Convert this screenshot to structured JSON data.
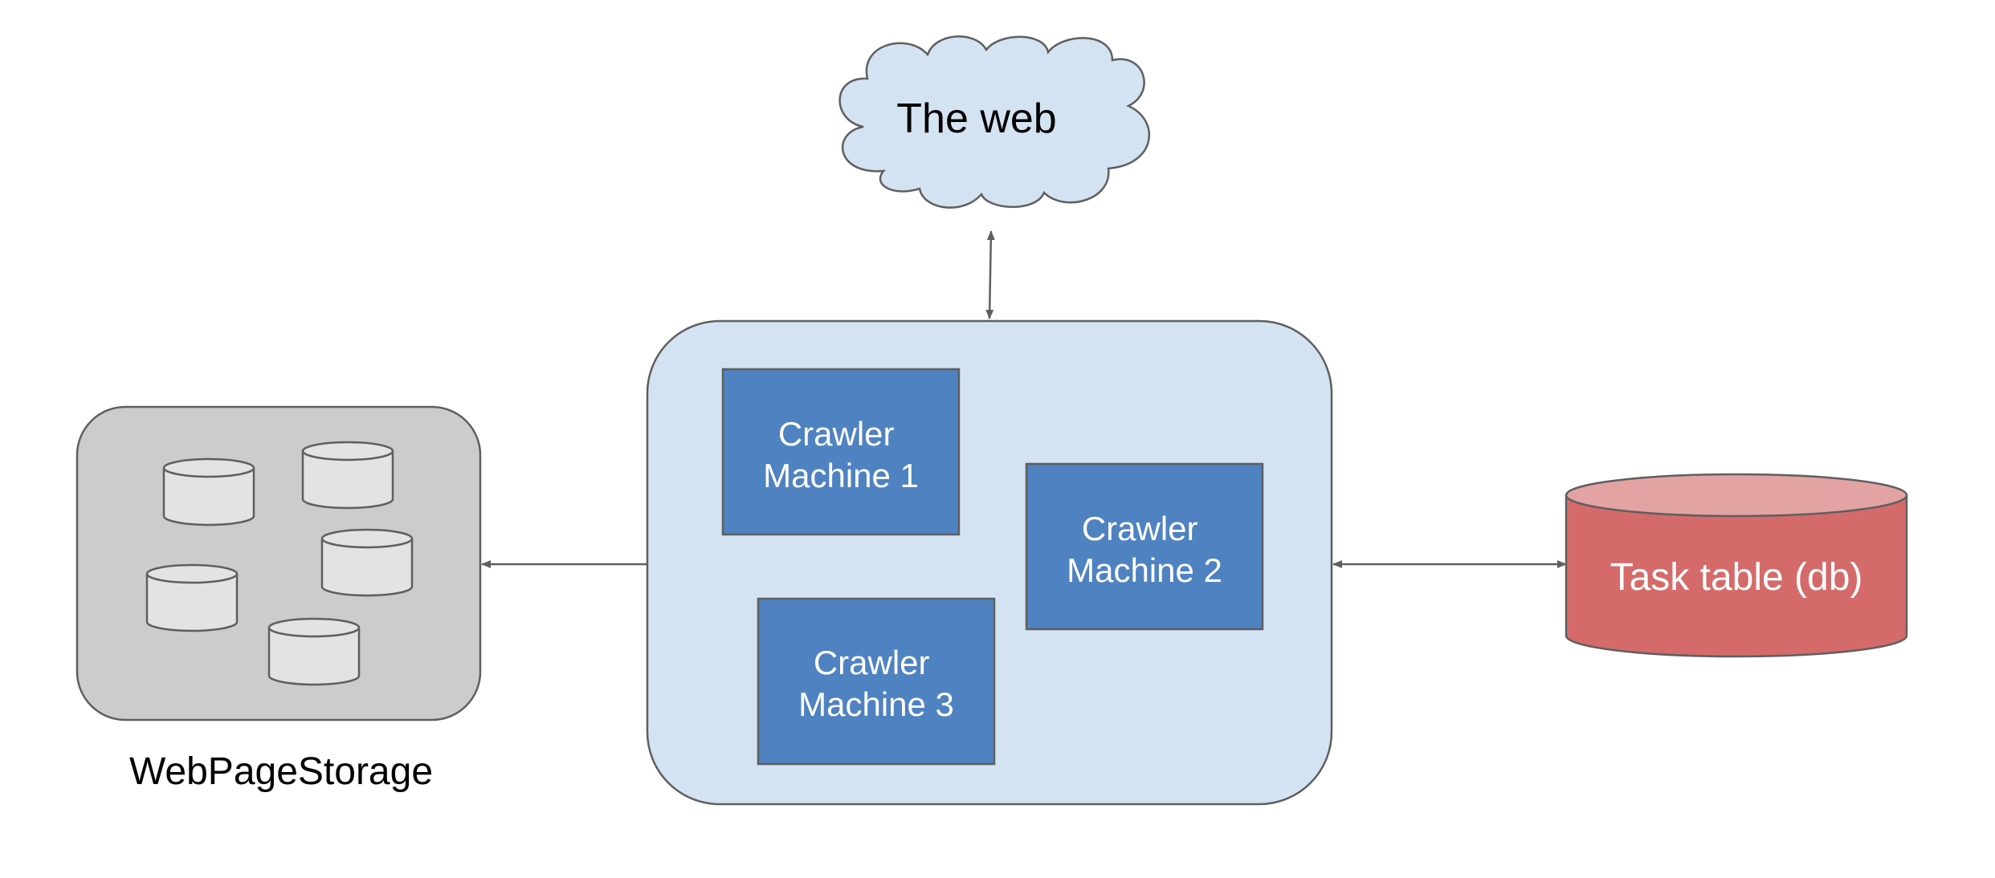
{
  "nodes": {
    "web": {
      "label": "The web"
    },
    "crawler_1": {
      "line1": "Crawler",
      "line2": "Machine 1"
    },
    "crawler_2": {
      "line1": "Crawler",
      "line2": "Machine 2"
    },
    "crawler_3": {
      "line1": "Crawler",
      "line2": "Machine 3"
    },
    "storage": {
      "label": "WebPageStorage"
    },
    "task_table": {
      "label": "Task table (db)"
    }
  },
  "edges": [
    {
      "from": "crawler-cluster",
      "to": "the-web",
      "direction": "both"
    },
    {
      "from": "crawler-cluster",
      "to": "web-page-storage",
      "direction": "to"
    },
    {
      "from": "crawler-cluster",
      "to": "task-table",
      "direction": "both"
    }
  ],
  "colors": {
    "cloud_fill": "#d3e3f1",
    "cluster_fill": "#d3e3f1",
    "machine_fill": "#4f82c0",
    "storage_fill": "#cccccc",
    "disk_fill": "#e3e3e3",
    "db_body": "#d46b6a",
    "db_top": "#e4a3a3",
    "stroke": "#5f5f5f",
    "text_dark": "#000000",
    "text_light": "#ffffff"
  }
}
